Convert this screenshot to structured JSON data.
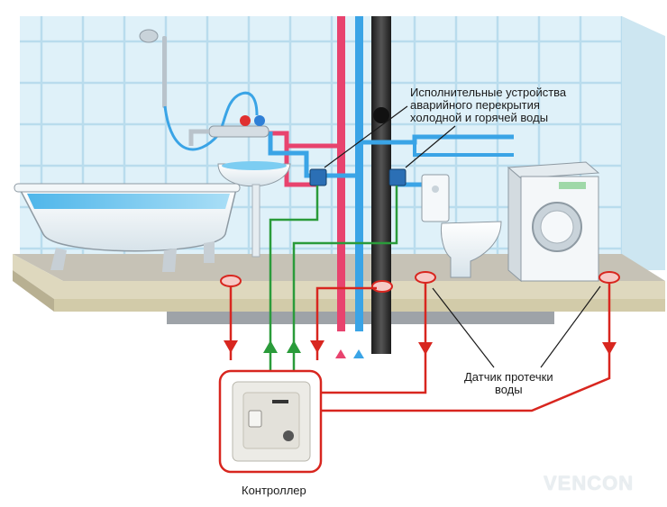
{
  "labels": {
    "valves_line1": "Исполнительные устройства",
    "valves_line2": "аварийного перекрытия",
    "valves_line3": "холодной и горячей воды",
    "sensor_line1": "Датчик протечки",
    "sensor_line2": "воды",
    "controller": "Контроллер"
  },
  "watermark": "VENCON",
  "colors": {
    "hot_pipe": "#e8436e",
    "cold_pipe": "#3aa4e6",
    "drain_pipe": "#2b2b2b",
    "signal_line": "#d8261f",
    "control_line": "#2a9b3a",
    "tile_bg": "#d9eef7",
    "floor": "#d9d2b6"
  }
}
